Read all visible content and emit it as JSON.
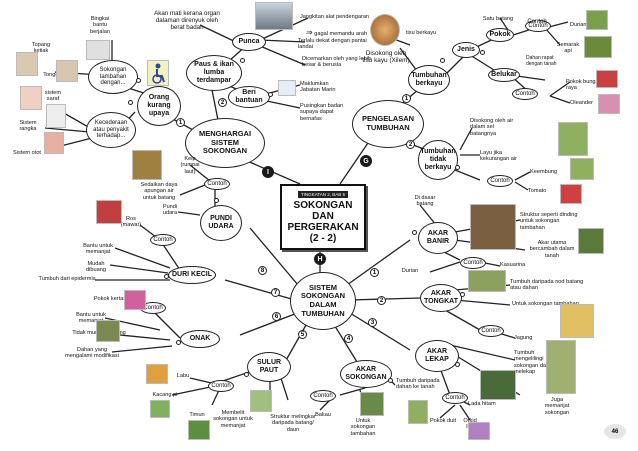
{
  "center": {
    "tag": "TINGKATAN 2, BAB 5",
    "title1": "SOKONGAN",
    "title2": "DAN",
    "title3": "PERGERAKAN",
    "title4": "(2 - 2)"
  },
  "letters": {
    "g": "G",
    "i": "I",
    "h": "H"
  },
  "nodes": {
    "menghargai": "MENGHARGAI SISTEM SOKONGAN",
    "pengelasan": "PENGELASAN TUMBUHAN",
    "sistem": "SISTEM SOKONGAN DALAM TUMBUHAN",
    "orang_kurang_upaya": "Orang kurang upaya",
    "paus": "Paus & ikan lumba terdampar",
    "punca": "Punca",
    "beri_bantuan": "Beri bantuan",
    "kecederaan": "Kecederaan atau penyakit terhadap...",
    "sokongan_tambahan": "Sokongan tambahan dengan...",
    "tumbuhan_berkayu": "Tumbuhan berkayu",
    "tumbuhan_tidak_berkayu": "Tumbuhan tidak berkayu",
    "jenis": "Jenis",
    "pokok": "Pokok",
    "belukar": "Belukar",
    "contoh_a": "Contoh",
    "contoh_b": "Contoh",
    "contoh_c": "Contoh",
    "akar_banir": "AKAR BANIR",
    "akar_tongkat": "AKAR TONGKAT",
    "akar_lekap": "AKAR LEKAP",
    "akar_sokongan": "AKAR SOKONGAN",
    "sulur_paut": "SULUR PAUT",
    "onak": "ONAK",
    "duri_kecil": "DURI KECIL",
    "pundi_udara": "PUNDI UDARA",
    "contoh_d": "Contoh",
    "contoh_e": "Contoh",
    "contoh_f": "Contoh",
    "contoh_g": "Contoh",
    "contoh_h": "Contoh",
    "contoh_i": "Contoh",
    "contoh_j": "Contoh",
    "contoh_k": "Contoh",
    "contoh_l": "Contoh"
  },
  "numbers": [
    "1",
    "2",
    "3",
    "4",
    "5",
    "6",
    "7",
    "8",
    "1",
    "2",
    "3",
    "1",
    "2",
    "1",
    "2"
  ],
  "labels": {
    "akan_mati": "Akan mati kerana organ dalaman direnyuk oleh berat badan",
    "jangkitan": "Jangkitan alat pendengaran",
    "gagal": "gagal memandu arah",
    "terlalu_dekat": "Terlalu dekat dengan pantai landai",
    "dicemarkan": "Dicemarkan oleh yang lebih besar & berusia",
    "maklumkan": "Maklumkan Jabatan Marin",
    "pusingkan": "Pusingkan badan supaya dapat bernafas",
    "bingkai": "Bingkai bantu berjalan",
    "topang": "Topang ketiak",
    "tongkat": "Tongkat",
    "sistem_saraf": "sistem saraf",
    "sistem_rangka": "Sistem rangka",
    "sistem_otot": "Sistem otot",
    "diokong": "Disokong oleh tisu kayu (Xilem)",
    "tisu_berkayu": "tisu berkayu",
    "satu_batang": "Satu batang",
    "durian": "Durian",
    "semarak_api": "Semarak api",
    "dahan_rapat": "Dahan rapat dengan tanah",
    "pokok_bunga_raya": "Pokok bunga raya",
    "oleander": "Oleander",
    "disokong_air": "Disokong oleh air dalam sel batangnya",
    "layu": "Layu jika kekurangan air",
    "keembung": "Keembung",
    "tomato": "Tomato",
    "di_dasar": "Di dasar batang",
    "struktur_seperti": "Struktur seperti dinding untuk sokongan tambahan",
    "akar_utama": "Akar utama bercambah dalam tanah",
    "kasuarina": "Kasuarina",
    "durian2": "Durian",
    "tumbuh_daripada_nod": "Tumbuh daripada nod batang atau dahan",
    "untuk_sokongan": "Untuk sokongan tambahan",
    "jagung": "Jagung",
    "tumbuh_mengelilingi": "Tumbuh mengelilingi sokongan dan melekap",
    "juga_memanjat": "Juga memanjat sokongan",
    "lada_hitam": "Lada hitam",
    "pokok_duit": "Pokok duit",
    "orkid_liar": "Orkid liar",
    "tumbuh_dahan": "Tumbuh daripada dahan ke tanah",
    "untuk_sokongan_tambahan": "Untuk sokongan tambahan",
    "bakau": "Bakau",
    "membelit": "Membelit sokongan untuk memanjat",
    "struktur_melingkar": "Struktur melingkar daripada batang/ daun",
    "labu": "Labu",
    "kacang_pi": "Kacang pi",
    "timun": "Timun",
    "pokok_kertas": "Pokok kertas",
    "bantu_memanjat2": "Bantu untuk memanjat",
    "tidak_mudah": "Tidak mudah dibuang",
    "dahan_yang": "Dahan yang mengalami modifikasi",
    "bantu_memanjat": "Bantu untuk memanjat",
    "mudah_dibuang": "Mudah dibuang",
    "tumbuh_epidermis": "Tumbuh dari epidermis",
    "ros": "Ros (mawar)",
    "sedaikan": "Sedaikan daya apungan air untuk batang",
    "pundi_udara_lbl": "Pundi udara",
    "kelp": "Kelp (rumpai laut)"
  },
  "page_number": "46"
}
